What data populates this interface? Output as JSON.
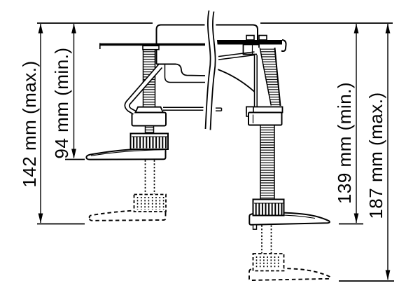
{
  "diagram": {
    "background_color": "#ffffff",
    "stroke_color": "#000000",
    "dimension_labels": {
      "left_outer": "142 mm (max.)",
      "left_inner": "94 mm (min.)",
      "right_inner": "139 mm (min.)",
      "right_outer": "187 mm (max.)"
    }
  }
}
